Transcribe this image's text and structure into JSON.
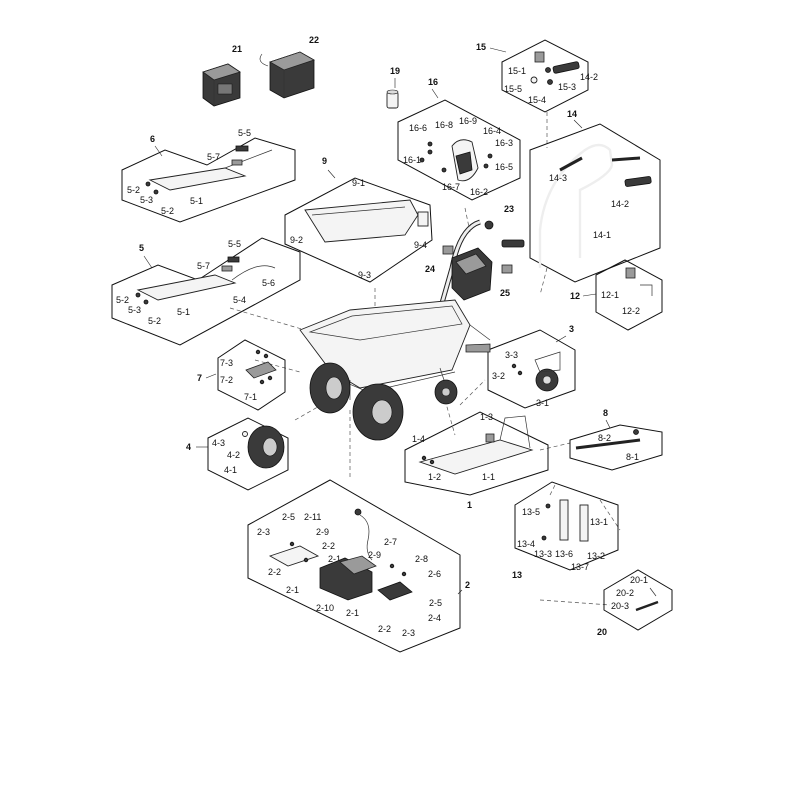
{
  "groups": {
    "g21": {
      "num": "21"
    },
    "g22": {
      "num": "22"
    },
    "g19": {
      "num": "19"
    },
    "g15": {
      "num": "15",
      "labels": [
        "15-1",
        "14-2",
        "15-5",
        "15-3",
        "15-4"
      ]
    },
    "g16": {
      "num": "16",
      "labels": [
        "16-8",
        "16-9",
        "16-6",
        "16-4",
        "16-3",
        "16-1",
        "16-5",
        "16-7",
        "16-2"
      ]
    },
    "g14": {
      "num": "14",
      "labels": [
        "14-3",
        "14-2",
        "14-1"
      ]
    },
    "g6": {
      "num": "6",
      "labels": [
        "5-5",
        "5-7",
        "5-2",
        "5-3",
        "5-2",
        "5-1"
      ]
    },
    "g9": {
      "num": "9",
      "labels": [
        "9-1",
        "9-2",
        "9-4",
        "9-3"
      ]
    },
    "g23": {
      "num": "23"
    },
    "g24": {
      "num": "24"
    },
    "g25": {
      "num": "25"
    },
    "g5": {
      "num": "5",
      "labels": [
        "5-5",
        "5-7",
        "5-6",
        "5-2",
        "5-3",
        "5-4",
        "5-2",
        "5-1"
      ]
    },
    "g12": {
      "num": "12",
      "labels": [
        "12-1",
        "12-2"
      ]
    },
    "g3": {
      "num": "3",
      "labels": [
        "3-3",
        "3-2",
        "3-1"
      ]
    },
    "g7": {
      "num": "7",
      "labels": [
        "7-3",
        "7-2",
        "7-1"
      ]
    },
    "g1": {
      "num": "1",
      "labels": [
        "1-3",
        "1-4",
        "1-2",
        "1-1"
      ]
    },
    "g8": {
      "num": "8",
      "labels": [
        "8-2",
        "8-1"
      ]
    },
    "g4": {
      "num": "4",
      "labels": [
        "4-3",
        "4-2",
        "4-1"
      ]
    },
    "g2": {
      "num": "2",
      "labels": [
        "2-5",
        "2-11",
        "2-3",
        "2-9",
        "2-2",
        "2-1",
        "2-7",
        "2-9",
        "2-8",
        "2-2",
        "2-6",
        "2-1",
        "2-10",
        "2-5",
        "2-1",
        "2-4",
        "2-2",
        "2-3"
      ]
    },
    "g13": {
      "num": "13",
      "labels": [
        "13-5",
        "13-1",
        "13-4",
        "13-3",
        "13-6",
        "13-2",
        "13-7"
      ]
    },
    "g20": {
      "num": "20",
      "labels": [
        "20-1",
        "20-2",
        "20-3"
      ]
    }
  }
}
